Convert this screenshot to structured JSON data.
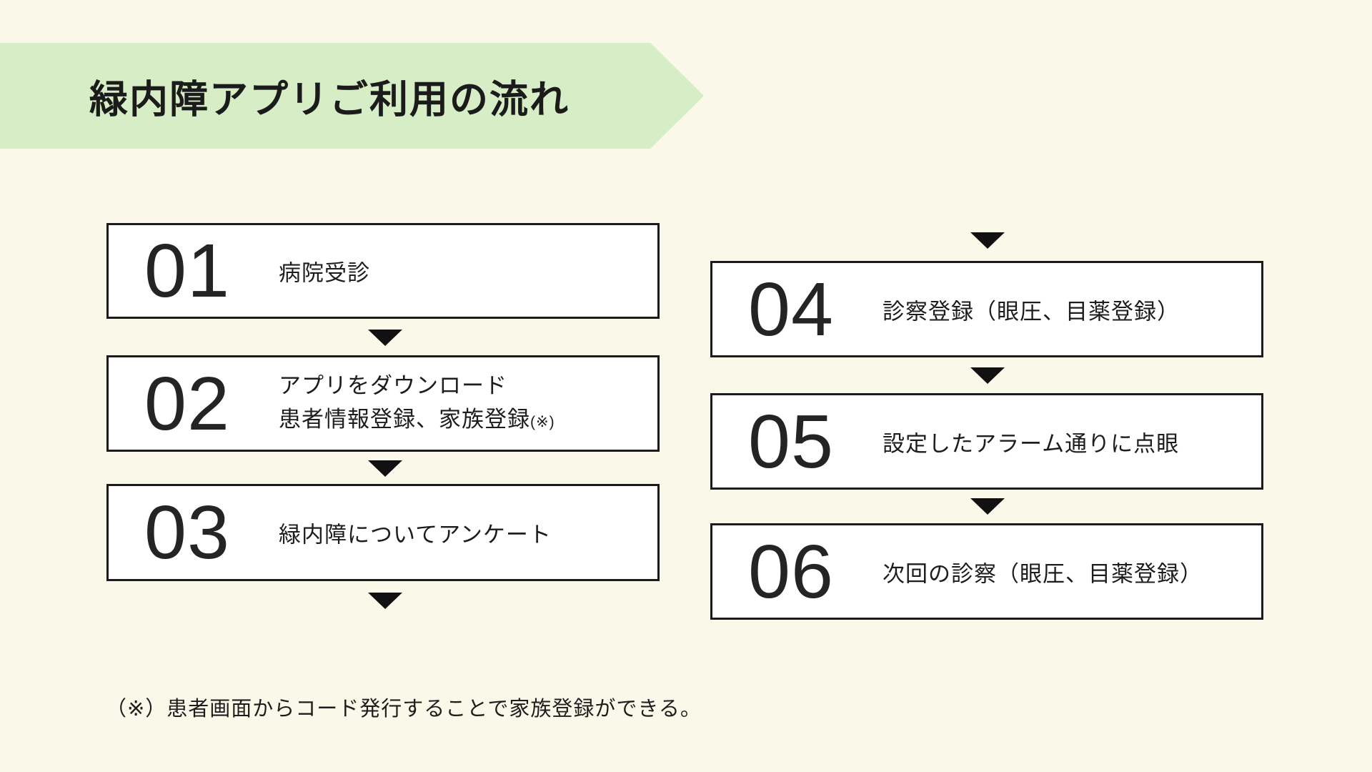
{
  "banner": {
    "title": "緑内障アプリご利用の流れ"
  },
  "steps": [
    {
      "number": "01",
      "label": "病院受診"
    },
    {
      "number": "02",
      "label_line1": "アプリをダウンロード",
      "label_line2": "患者情報登録、家族登録",
      "label_line2_note": "(※)"
    },
    {
      "number": "03",
      "label": "緑内障についてアンケート"
    },
    {
      "number": "04",
      "label": "診察登録（眼圧、目薬登録）"
    },
    {
      "number": "05",
      "label": "設定したアラーム通りに点眼"
    },
    {
      "number": "06",
      "label": "次回の診察（眼圧、目薬登録）"
    }
  ],
  "footnote": "（※）患者画面からコード発行することで家族登録ができる。",
  "colors": {
    "background": "#FAF8E8",
    "banner_green": "#D7EDC5",
    "box_border": "#1b1b1b",
    "box_fill": "#ffffff",
    "arrow_black": "#111111",
    "text": "#1d1d1d"
  }
}
